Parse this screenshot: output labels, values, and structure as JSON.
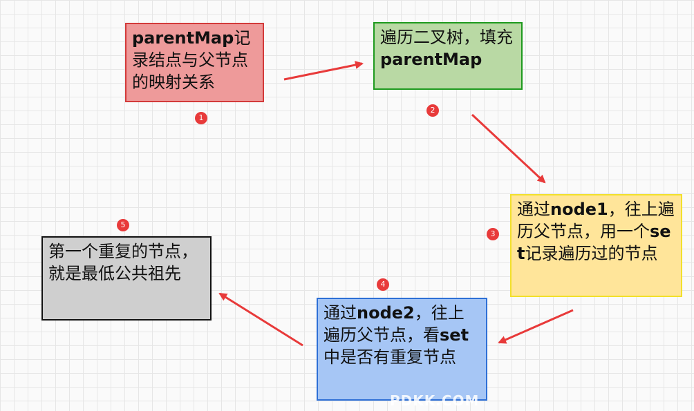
{
  "diagram": {
    "steps": [
      {
        "number": "1",
        "pre": "",
        "bold": "parentMap",
        "post": "记录结点与父节点的映射关系"
      },
      {
        "number": "2",
        "pre": "遍历二叉树，填充",
        "bold": "parentMap",
        "post": ""
      },
      {
        "number": "3",
        "pre": "通过",
        "bold": "node1",
        "post": "，往上遍历父节点，用一个",
        "bold2": "set",
        "post2": "记录遍历过的节点"
      },
      {
        "number": "4",
        "pre": "通过",
        "bold": "node2",
        "post": "，往上遍历父节点，看",
        "bold2": "set",
        "post2": "中是否有重复节点"
      },
      {
        "number": "5",
        "pre": "第一个重复的节点，就是最低公共祖先",
        "bold": "",
        "post": ""
      }
    ],
    "arrow_color": "#e83a3a"
  },
  "watermark": "PDKK.COM"
}
